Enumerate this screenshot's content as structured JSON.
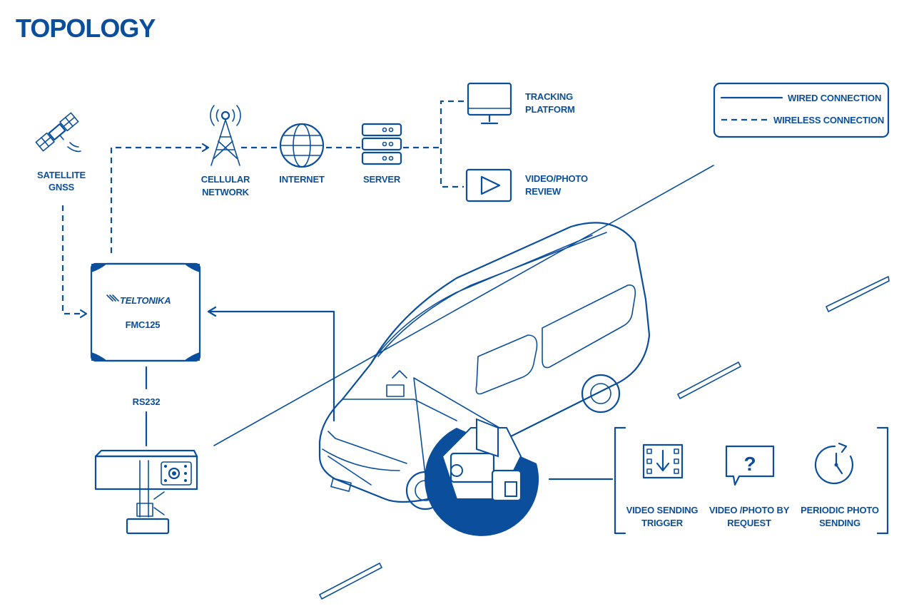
{
  "title": "TOPOLOGY",
  "legend": {
    "wired": "WIRED CONNECTION",
    "wireless": "WIRELESS CONNECTION"
  },
  "nodes": {
    "satellite": [
      "SATELLITE",
      "GNSS"
    ],
    "cellular": [
      "CELLULAR",
      "NETWORK"
    ],
    "internet": "INTERNET",
    "server": "SERVER",
    "tracking": [
      "TRACKING",
      "PLATFORM"
    ],
    "video_review": [
      "VIDEO/PHOTO",
      "REVIEW"
    ]
  },
  "device": {
    "brand": "TELTONIKA",
    "model": "FMC125"
  },
  "link_label": "RS232",
  "features": [
    {
      "icon": "video-trigger-icon",
      "lines": [
        "VIDEO SENDING",
        "TRIGGER"
      ]
    },
    {
      "icon": "question-bubble-icon",
      "lines": [
        "VIDEO /PHOTO BY",
        "REQUEST"
      ]
    },
    {
      "icon": "clock-icon",
      "lines": [
        "PERIODIC PHOTO",
        "SENDING"
      ]
    }
  ],
  "colors": {
    "primary": "#0b4f9c"
  }
}
